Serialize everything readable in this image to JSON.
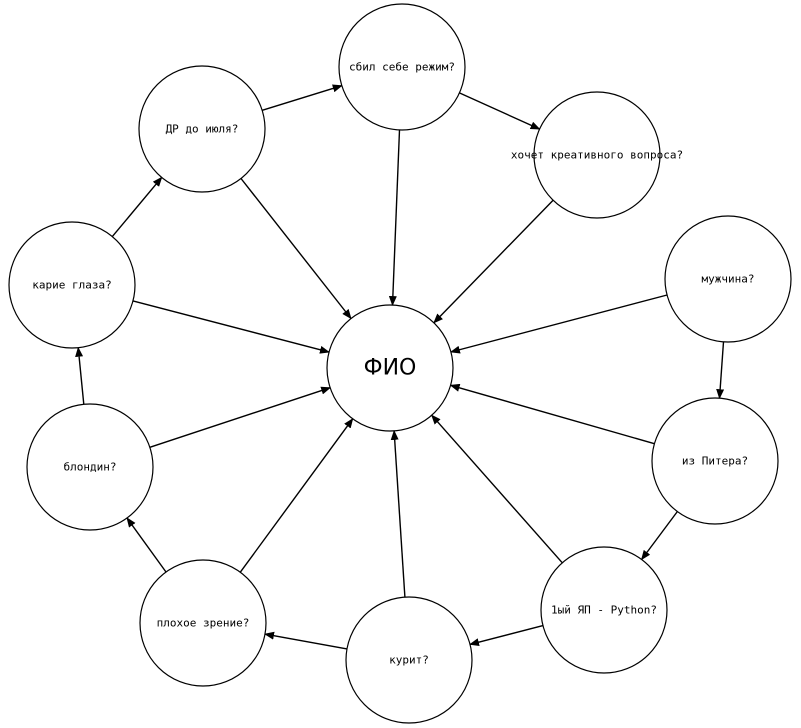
{
  "diagram": {
    "center": {
      "id": "fio",
      "label": "ФИО"
    },
    "nodes": [
      {
        "id": "dr",
        "label": "ДР до июля?"
      },
      {
        "id": "rezhim",
        "label": "сбил себе режим?"
      },
      {
        "id": "kreativ",
        "label": "хочет креативного вопроса?"
      },
      {
        "id": "muzh",
        "label": "мужчина?"
      },
      {
        "id": "piter",
        "label": "из Питера?"
      },
      {
        "id": "python",
        "label": "1ый ЯП - Python?"
      },
      {
        "id": "kurit",
        "label": "курит?"
      },
      {
        "id": "zrenie",
        "label": "плохое зрение?"
      },
      {
        "id": "blond",
        "label": "блондин?"
      },
      {
        "id": "glaza",
        "label": "карие глаза?"
      }
    ],
    "edges": [
      {
        "from": "dr",
        "to": "rezhim"
      },
      {
        "from": "rezhim",
        "to": "kreativ"
      },
      {
        "from": "muzh",
        "to": "piter"
      },
      {
        "from": "piter",
        "to": "python"
      },
      {
        "from": "python",
        "to": "kurit"
      },
      {
        "from": "kurit",
        "to": "zrenie"
      },
      {
        "from": "zrenie",
        "to": "blond"
      },
      {
        "from": "blond",
        "to": "glaza"
      },
      {
        "from": "glaza",
        "to": "dr"
      },
      {
        "from": "dr",
        "to": "fio"
      },
      {
        "from": "rezhim",
        "to": "fio"
      },
      {
        "from": "kreativ",
        "to": "fio"
      },
      {
        "from": "muzh",
        "to": "fio"
      },
      {
        "from": "piter",
        "to": "fio"
      },
      {
        "from": "python",
        "to": "fio"
      },
      {
        "from": "kurit",
        "to": "fio"
      },
      {
        "from": "zrenie",
        "to": "fio"
      },
      {
        "from": "blond",
        "to": "fio"
      },
      {
        "from": "glaza",
        "to": "fio"
      }
    ]
  }
}
